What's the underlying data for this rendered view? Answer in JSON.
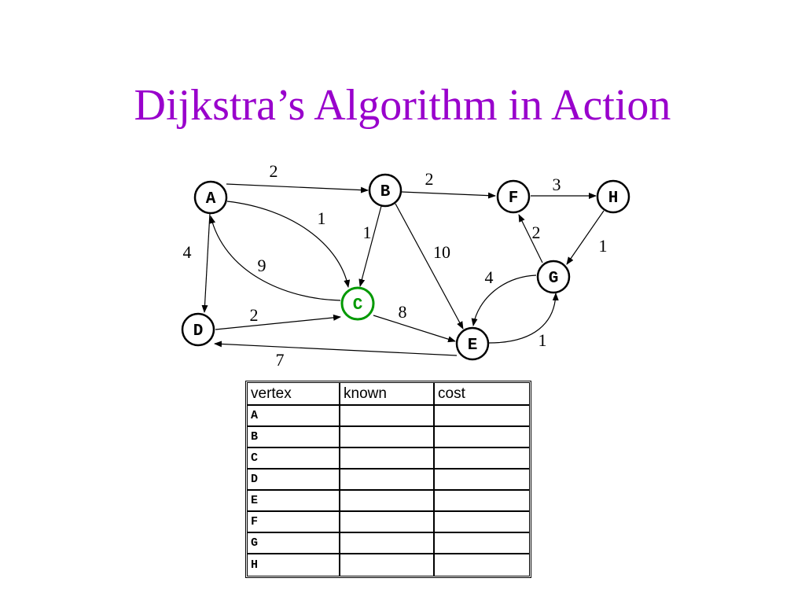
{
  "slide": {
    "title": "Dijkstra’s Algorithm in Action"
  },
  "colors": {
    "title": "#9900cc",
    "highlight_node": "#009900"
  },
  "graph": {
    "nodes": [
      {
        "id": "A",
        "label": "A",
        "highlighted": false
      },
      {
        "id": "B",
        "label": "B",
        "highlighted": false
      },
      {
        "id": "C",
        "label": "C",
        "highlighted": true
      },
      {
        "id": "D",
        "label": "D",
        "highlighted": false
      },
      {
        "id": "E",
        "label": "E",
        "highlighted": false
      },
      {
        "id": "F",
        "label": "F",
        "highlighted": false
      },
      {
        "id": "G",
        "label": "G",
        "highlighted": false
      },
      {
        "id": "H",
        "label": "H",
        "highlighted": false
      }
    ],
    "edges": [
      {
        "from": "A",
        "to": "B",
        "weight": "2"
      },
      {
        "from": "A",
        "to": "C",
        "weight": "1"
      },
      {
        "from": "A",
        "to": "D",
        "weight": "4"
      },
      {
        "from": "C",
        "to": "A",
        "weight": "9"
      },
      {
        "from": "B",
        "to": "C",
        "weight": "1"
      },
      {
        "from": "B",
        "to": "F",
        "weight": "2"
      },
      {
        "from": "B",
        "to": "E",
        "weight": "10"
      },
      {
        "from": "F",
        "to": "H",
        "weight": "3"
      },
      {
        "from": "H",
        "to": "G",
        "weight": "1"
      },
      {
        "from": "G",
        "to": "F",
        "weight": "2"
      },
      {
        "from": "G",
        "to": "E",
        "weight": "4"
      },
      {
        "from": "E",
        "to": "G",
        "weight": "1"
      },
      {
        "from": "D",
        "to": "C",
        "weight": "2"
      },
      {
        "from": "C",
        "to": "E",
        "weight": "8"
      },
      {
        "from": "E",
        "to": "D",
        "weight": "7"
      }
    ]
  },
  "table": {
    "headers": [
      "vertex",
      "known",
      "cost"
    ],
    "rows": [
      {
        "vertex": "A",
        "known": "",
        "cost": ""
      },
      {
        "vertex": "B",
        "known": "",
        "cost": ""
      },
      {
        "vertex": "C",
        "known": "",
        "cost": ""
      },
      {
        "vertex": "D",
        "known": "",
        "cost": ""
      },
      {
        "vertex": "E",
        "known": "",
        "cost": ""
      },
      {
        "vertex": "F",
        "known": "",
        "cost": ""
      },
      {
        "vertex": "G",
        "known": "",
        "cost": ""
      },
      {
        "vertex": "H",
        "known": "",
        "cost": ""
      }
    ]
  }
}
